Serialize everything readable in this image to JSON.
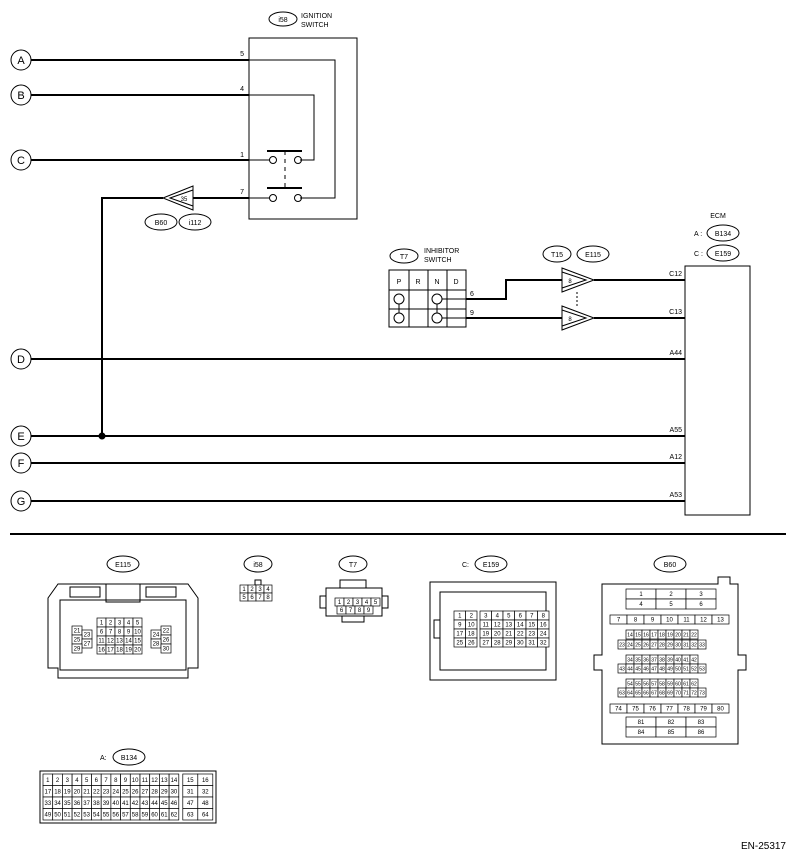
{
  "ignition_switch": {
    "tag": "i58",
    "title_line1": "IGNITION",
    "title_line2": "SWITCH",
    "pins": [
      "5",
      "4",
      "1",
      "7"
    ]
  },
  "connectors_left": {
    "c35": "35",
    "b60": "B60",
    "i112": "i112"
  },
  "circle_labels": [
    "A",
    "B",
    "C",
    "D",
    "E",
    "F",
    "G"
  ],
  "inhibitor": {
    "tag": "T7",
    "title_line1": "INHIBITOR",
    "title_line2": "SWITCH",
    "positions": [
      "P",
      "R",
      "N",
      "D"
    ],
    "pin_upper": "6",
    "pin_lower": "9"
  },
  "mid_connectors": {
    "t15": "T15",
    "e115": "E115",
    "pin8_upper": "8",
    "pin8_lower": "8"
  },
  "ecm": {
    "title": "ECM",
    "a_prefix": "A :",
    "a_tag": "B134",
    "c_prefix": "C :",
    "c_tag": "E159"
  },
  "ecm_pins": [
    "C12",
    "C13",
    "A44",
    "A55",
    "A12",
    "A53"
  ],
  "connector_views": {
    "e115": {
      "tag": "E115",
      "left": [
        "21",
        "22",
        "23",
        "24",
        "25",
        "26",
        "27",
        "28",
        "29",
        "30"
      ],
      "rows": [
        [
          "1",
          "2",
          "3",
          "4",
          "5"
        ],
        [
          "6",
          "7",
          "8",
          "9",
          "10"
        ],
        [
          "11",
          "12",
          "13",
          "14",
          "15"
        ],
        [
          "16",
          "17",
          "18",
          "19",
          "20"
        ]
      ]
    },
    "i58": {
      "tag": "i58",
      "rows": [
        [
          "1",
          "2",
          "3",
          "4"
        ],
        [
          "5",
          "6",
          "7",
          "8"
        ]
      ]
    },
    "t7": {
      "tag": "T7",
      "rows": [
        [
          "1",
          "2",
          "3",
          "4",
          "5"
        ],
        [
          "6",
          "7",
          "8",
          "9"
        ]
      ]
    },
    "e159": {
      "prefix": "C:",
      "tag": "E159",
      "rows": [
        [
          "1",
          "2",
          "3",
          "4",
          "5",
          "6",
          "7",
          "8"
        ],
        [
          "9",
          "10",
          "11",
          "12",
          "13",
          "14",
          "15",
          "16"
        ],
        [
          "17",
          "18",
          "19",
          "20",
          "21",
          "22",
          "23",
          "24"
        ],
        [
          "25",
          "26",
          "27",
          "28",
          "29",
          "30",
          "31",
          "32"
        ]
      ]
    },
    "b60": {
      "tag": "B60",
      "rows": [
        [
          "1",
          "2",
          "3"
        ],
        [
          "4",
          "5",
          "6"
        ],
        [
          "7",
          "8",
          "9",
          "10",
          "11",
          "12",
          "13"
        ],
        [
          "14",
          "15",
          "16",
          "17",
          "18",
          "19",
          "20",
          "21",
          "22"
        ],
        [
          "23",
          "24",
          "25",
          "26",
          "27",
          "28",
          "29",
          "30",
          "31",
          "32",
          "33"
        ],
        [
          "34",
          "35",
          "36",
          "37",
          "38",
          "39",
          "40",
          "41",
          "42"
        ],
        [
          "43",
          "44",
          "45",
          "46",
          "47",
          "48",
          "49",
          "50",
          "51",
          "52",
          "53"
        ],
        [
          "54",
          "55",
          "56",
          "57",
          "58",
          "59",
          "60",
          "61",
          "62"
        ],
        [
          "63",
          "64",
          "65",
          "66",
          "67",
          "68",
          "69",
          "70",
          "71",
          "72",
          "73"
        ],
        [
          "74",
          "75",
          "76",
          "77",
          "78",
          "79",
          "80"
        ],
        [
          "81",
          "82",
          "83"
        ],
        [
          "84",
          "85",
          "86"
        ]
      ]
    },
    "b134": {
      "prefix": "A:",
      "tag": "B134",
      "rows": [
        [
          "1",
          "2",
          "3",
          "4",
          "5",
          "6",
          "7",
          "8",
          "9",
          "10",
          "11",
          "12",
          "13",
          "14",
          "15",
          "16"
        ],
        [
          "17",
          "18",
          "19",
          "20",
          "21",
          "22",
          "23",
          "24",
          "25",
          "26",
          "27",
          "28",
          "29",
          "30",
          "31",
          "32"
        ],
        [
          "33",
          "34",
          "35",
          "36",
          "37",
          "38",
          "39",
          "40",
          "41",
          "42",
          "43",
          "44",
          "45",
          "46",
          "47",
          "48"
        ],
        [
          "49",
          "50",
          "51",
          "52",
          "53",
          "54",
          "55",
          "56",
          "57",
          "58",
          "59",
          "60",
          "61",
          "62",
          "63",
          "64"
        ]
      ]
    }
  },
  "figure_code": "EN-25317"
}
